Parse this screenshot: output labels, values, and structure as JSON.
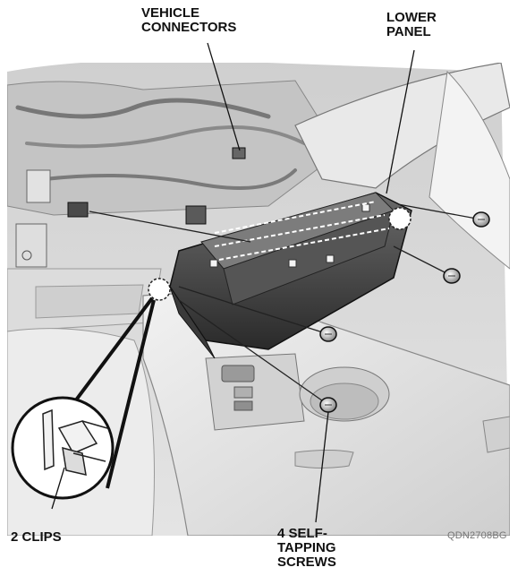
{
  "labels": {
    "vehicle_connectors": [
      "VEHICLE",
      "CONNECTORS"
    ],
    "lower_panel": [
      "LOWER",
      "PANEL"
    ],
    "clips": "2 CLIPS",
    "screws": [
      "4 SELF-",
      "TAPPING",
      "SCREWS"
    ]
  },
  "figure_code": "QDN2708BG",
  "colors": {
    "line": "#222222",
    "panel_dark": "#3a3a3a",
    "background_gray": "#d8d8d8",
    "console_light": "#e6e6e6"
  }
}
